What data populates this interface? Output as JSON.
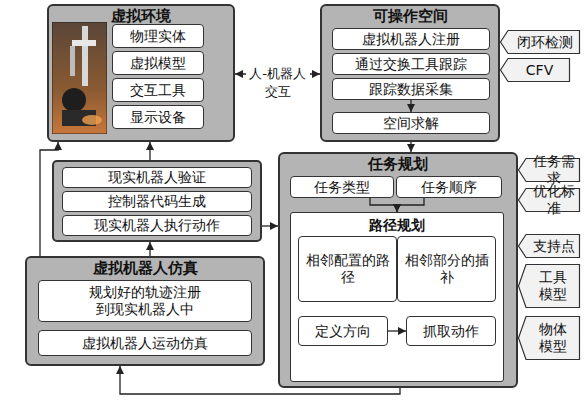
{
  "diagram": {
    "nodes": [
      {
        "text": [
          "虚拟环境"
        ]
      },
      {
        "text": [
          "物理实体"
        ],
        "in": 0
      },
      {
        "text": [
          "虚拟模型"
        ],
        "in": 0
      },
      {
        "text": [
          "交互工具"
        ],
        "in": 0
      },
      {
        "text": [
          "显示设备"
        ],
        "in": 0
      },
      {
        "text": [
          "可操作空间"
        ]
      },
      {
        "text": [
          "虚拟机器人注册"
        ],
        "in": 5
      },
      {
        "text": [
          "通过交换工具跟踪"
        ],
        "in": 5
      },
      {
        "text": [
          "跟踪数据采集"
        ],
        "in": 5
      },
      {
        "text": [
          "空间求解"
        ],
        "in": 5
      },
      {
        "text": [
          "闭环检测"
        ]
      },
      {
        "text": [
          "CFV"
        ]
      },
      {
        "text": []
      },
      {
        "text": [
          "现实机器人验证"
        ],
        "in": 12
      },
      {
        "text": [
          "控制器代码生成"
        ],
        "in": 12
      },
      {
        "text": [
          "现实机器人执行动作"
        ],
        "in": 12
      },
      {
        "text": [
          "任务规划"
        ]
      },
      {
        "text": [
          "任务类型"
        ],
        "in": 16
      },
      {
        "text": [
          "任务顺序"
        ],
        "in": 16
      },
      {
        "text": [
          "路径规划"
        ],
        "in": 16
      },
      {
        "text": [
          "相邻配置的路径"
        ],
        "in": 19
      },
      {
        "text": [
          "相邻部分的插补"
        ],
        "in": 19
      },
      {
        "text": [
          "定义方向"
        ],
        "in": 19
      },
      {
        "text": [
          "抓取动作"
        ],
        "in": 19
      },
      {
        "text": [
          "任务需求"
        ]
      },
      {
        "text": [
          "优化标准"
        ]
      },
      {
        "text": [
          "支持点"
        ]
      },
      {
        "text": [
          "工具模型"
        ]
      },
      {
        "text": [
          "物体模型"
        ]
      },
      {
        "text": [
          "虚拟机器人仿真"
        ]
      },
      {
        "text": [
          "规划好的轨迹注册 到现实机器人中"
        ],
        "in": 29
      },
      {
        "text": [
          "虚拟机器人运动仿真"
        ],
        "in": 29
      }
    ],
    "edges": [
      {
        "from": 0,
        "to": 5,
        "label": "人-机器人 交互",
        "arrow": "both"
      },
      {
        "from": 8,
        "to": 9,
        "arrow": "to"
      },
      {
        "from": 5,
        "to": 16,
        "arrow": "to"
      },
      {
        "from": 17,
        "to": 19,
        "arrow": "to"
      },
      {
        "from": 18,
        "to": 19,
        "arrow": "to"
      },
      {
        "from": 22,
        "to": 23,
        "arrow": "to"
      },
      {
        "from": 16,
        "to": 29,
        "arrow": "to"
      },
      {
        "from": 29,
        "to": 12,
        "arrow": "to"
      },
      {
        "from": 12,
        "to": 0,
        "arrow": "to"
      },
      {
        "from": 29,
        "to": 0,
        "arrow": "to"
      },
      {
        "from": 12,
        "to": 16,
        "arrow": "to"
      }
    ]
  }
}
